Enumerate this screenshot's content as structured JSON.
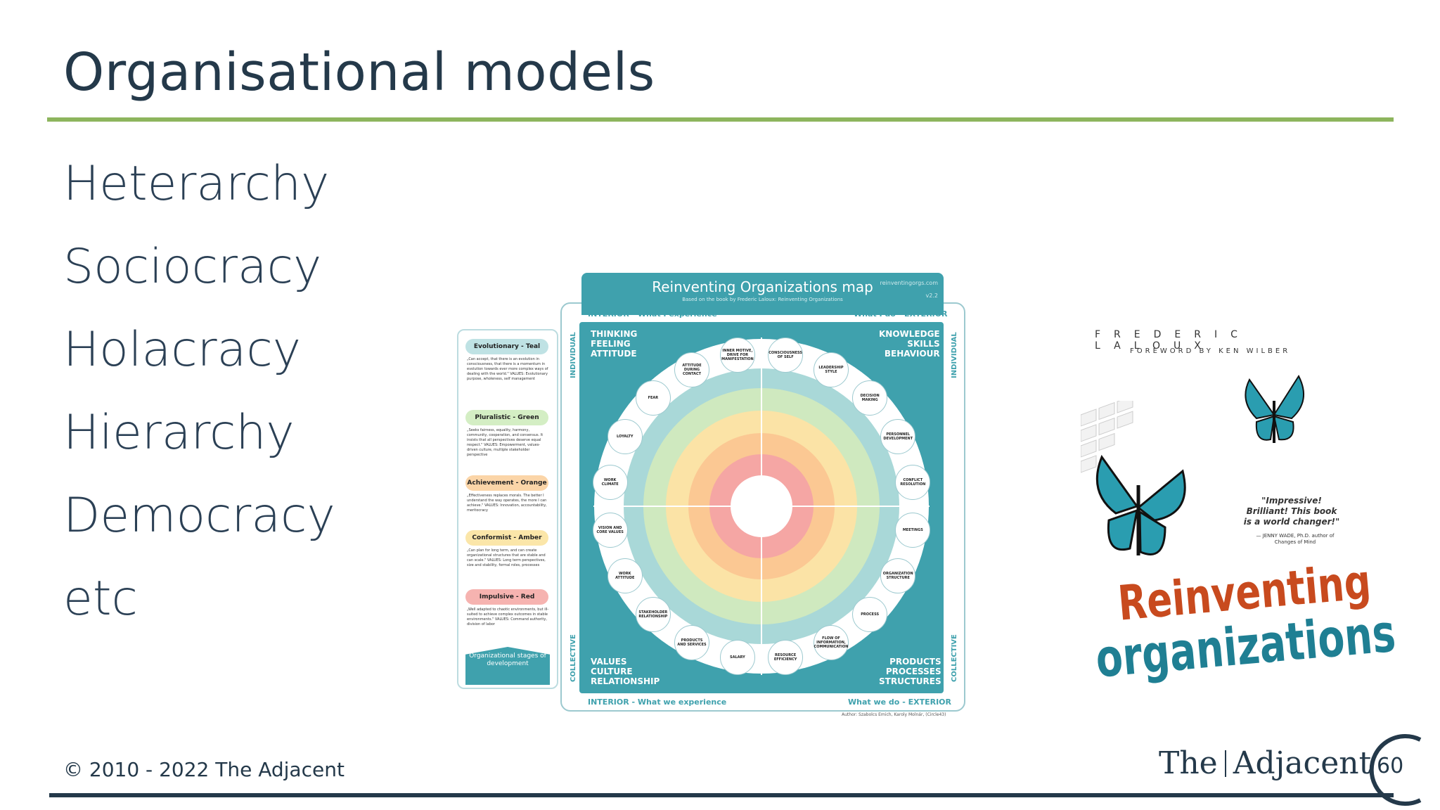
{
  "slide": {
    "title": "Organisational models",
    "items": [
      "Heterarchy",
      "Sociocracy",
      "Holacracy",
      "Hierarchy",
      "Democracy",
      "etc"
    ],
    "copyright": "© 2010 - 2022 The Adjacent",
    "brand_left": "The",
    "brand_right": "Adjacent",
    "page_number": "60"
  },
  "map": {
    "title": "Reinventing Organizations map",
    "subtitle": "Based on the book by Frederic Laloux: Reinventing Organizations",
    "url": "reinventingorgs.com",
    "version": "v2.2",
    "top_left_label": "INTERIOR - What I experience",
    "top_right_label": "What I do - EXTERIOR",
    "bottom_left_label": "INTERIOR - What we experience",
    "bottom_right_label": "What we do - EXTERIOR",
    "side_individual": "INDIVIDUAL",
    "side_collective": "COLLECTIVE",
    "quadrant_tl": "THINKING\nFEELING\nATTITUDE",
    "quadrant_tr": "KNOWLEDGE\nSKILLS\nBEHAVIOUR",
    "quadrant_bl": "VALUES\nCULTURE\nRELATIONSHIP",
    "quadrant_br": "PRODUCTS\nPROCESSES\nSTRUCTURES",
    "circles": [
      "CONSCIOUSNESS OF SELF",
      "LEADERSHIP STYLE",
      "DECISION MAKING",
      "PERSONNEL DEVELOPMENT",
      "CONFLICT RESOLUTION",
      "MEETINGS",
      "ORGANIZATION STRUCTURE",
      "PROCESS",
      "FLOW OF INFORMATION, COMMUNICATION",
      "RESOURCE EFFICIENCY",
      "SALARY",
      "PRODUCTS AND SERVICES",
      "STAKEHOLDER RELATIONSHIP",
      "WORK ATTITUDE",
      "VISION AND CORE VALUES",
      "WORK CLIMATE",
      "LOYALTY",
      "FEAR",
      "ATTITUDE DURING CONTACT",
      "INNER MOTIVE, DRIVE FOR MANIFESTATION"
    ],
    "stages": [
      {
        "name": "Evolutionary - Teal",
        "color": "#bfe2e4",
        "desc": "„Can accept, that there is an evolution in consciousness, that there is a momentum in evolution towards ever more complex ways of dealing with the world.\" VALUES: Evolutionary purpose, wholeness, self management"
      },
      {
        "name": "Pluralistic - Green",
        "color": "#d4eec4",
        "desc": "„Seeks fairness, equality, harmony, community, cooperation, and consensus. It insists that all perspectives deserve equal respect.\" VALUES: Empowerment, values-driven culture, multiple stakeholder perspective"
      },
      {
        "name": "Achievement - Orange",
        "color": "#fbd5a8",
        "desc": "„Effectiveness replaces morals. The better I understand the way operates, the more I can achieve.\" VALUES: Innovation, accountability, meritocracy"
      },
      {
        "name": "Conformist - Amber",
        "color": "#fbe6a9",
        "desc": "„Can plan for long term, and can create organizational structures that are stable and can scale.\" VALUES: Long term perspectives, size and stability, formal roles, processes"
      },
      {
        "name": "Impulsive - Red",
        "color": "#f6b3b0",
        "desc": "„Well adapted to chaotic environments, but ill-suited to achieve complex outcomes in stable environments.\" VALUES: Command authority, division of labor"
      }
    ],
    "legend_footer": "Organizational stages of development",
    "author_line": "Author: Szabolcs Emich, Karoly Molnár, (Circle43)",
    "ring_colors": [
      "#a9d8d8",
      "#cfe9bf",
      "#fbe3a6",
      "#fbc893",
      "#f5a6a4",
      "#ffffff"
    ]
  },
  "book": {
    "author": "FREDERIC LALOUX",
    "foreword": "FOREWORD BY KEN WILBER",
    "quote": "\"Impressive! Brilliant! This book is a world changer!\"",
    "quote_by": "— JENNY WADE, Ph.D. author of Changes of Mind",
    "title_line1": "Reinventing",
    "title_line2": "organizations",
    "title_color1": "#c84a1e",
    "title_color2": "#1f7f93"
  },
  "colors": {
    "accent_green": "#8db55d",
    "navy": "#24394a",
    "teal": "#3fa1ad"
  }
}
